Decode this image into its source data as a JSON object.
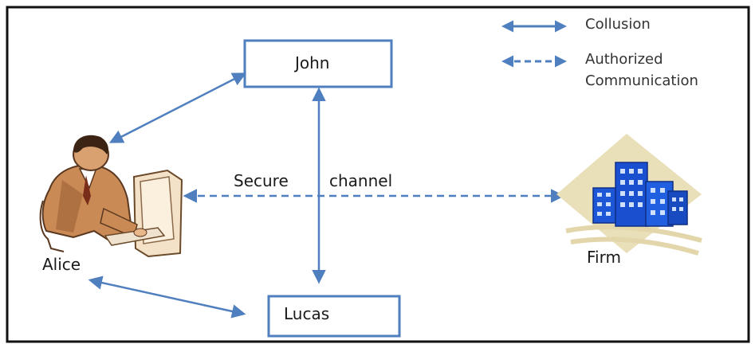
{
  "legend": {
    "collusion_label": "Collusion",
    "authorized_label_line1": "Authorized",
    "authorized_label_line2": "Communication"
  },
  "nodes": {
    "john": "John",
    "lucas": "Lucas",
    "alice": "Alice",
    "firm": "Firm"
  },
  "channel": {
    "secure_label": "Secure",
    "channel_label": "channel"
  },
  "colors": {
    "arrow": "#4f7fbf",
    "box_border": "#4f7fbf",
    "frame_border": "#111111",
    "building_blue": "#1e56d8",
    "tan": "#e9dfb8"
  },
  "icons": {
    "alice": "businessman-at-computer-icon",
    "firm": "office-building-icon"
  }
}
